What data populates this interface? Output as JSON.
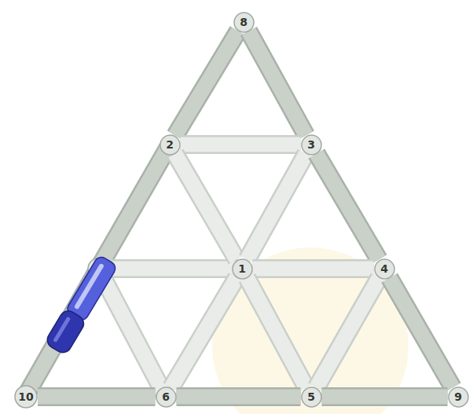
{
  "diagram": {
    "nodes": [
      {
        "text": [
          "8"
        ]
      },
      {
        "text": [
          "2"
        ]
      },
      {
        "text": [
          "3"
        ]
      },
      {
        "text": [
          "1"
        ]
      },
      {
        "text": [
          "4"
        ]
      },
      {
        "text": [
          "10"
        ]
      },
      {
        "text": [
          "6"
        ]
      },
      {
        "text": [
          "5"
        ]
      },
      {
        "text": [
          "9"
        ]
      }
    ],
    "edges": [
      {
        "from": 0,
        "to": 1,
        "arrow": "none"
      },
      {
        "from": 0,
        "to": 2,
        "arrow": "none"
      },
      {
        "from": 1,
        "to": 2,
        "arrow": "none"
      },
      {
        "from": 1,
        "to": 3,
        "arrow": "none"
      },
      {
        "from": 2,
        "to": 3,
        "arrow": "none"
      },
      {
        "from": 2,
        "to": 4,
        "arrow": "none"
      },
      {
        "from": 3,
        "to": 4,
        "arrow": "none"
      },
      {
        "from": 3,
        "to": 6,
        "arrow": "none"
      },
      {
        "from": 3,
        "to": 7,
        "arrow": "none"
      },
      {
        "from": 4,
        "to": 7,
        "arrow": "none"
      },
      {
        "from": 4,
        "to": 8,
        "arrow": "none"
      },
      {
        "from": 5,
        "to": 6,
        "arrow": "none"
      },
      {
        "from": 6,
        "to": 7,
        "arrow": "none"
      },
      {
        "from": 7,
        "to": 8,
        "arrow": "none"
      }
    ]
  }
}
